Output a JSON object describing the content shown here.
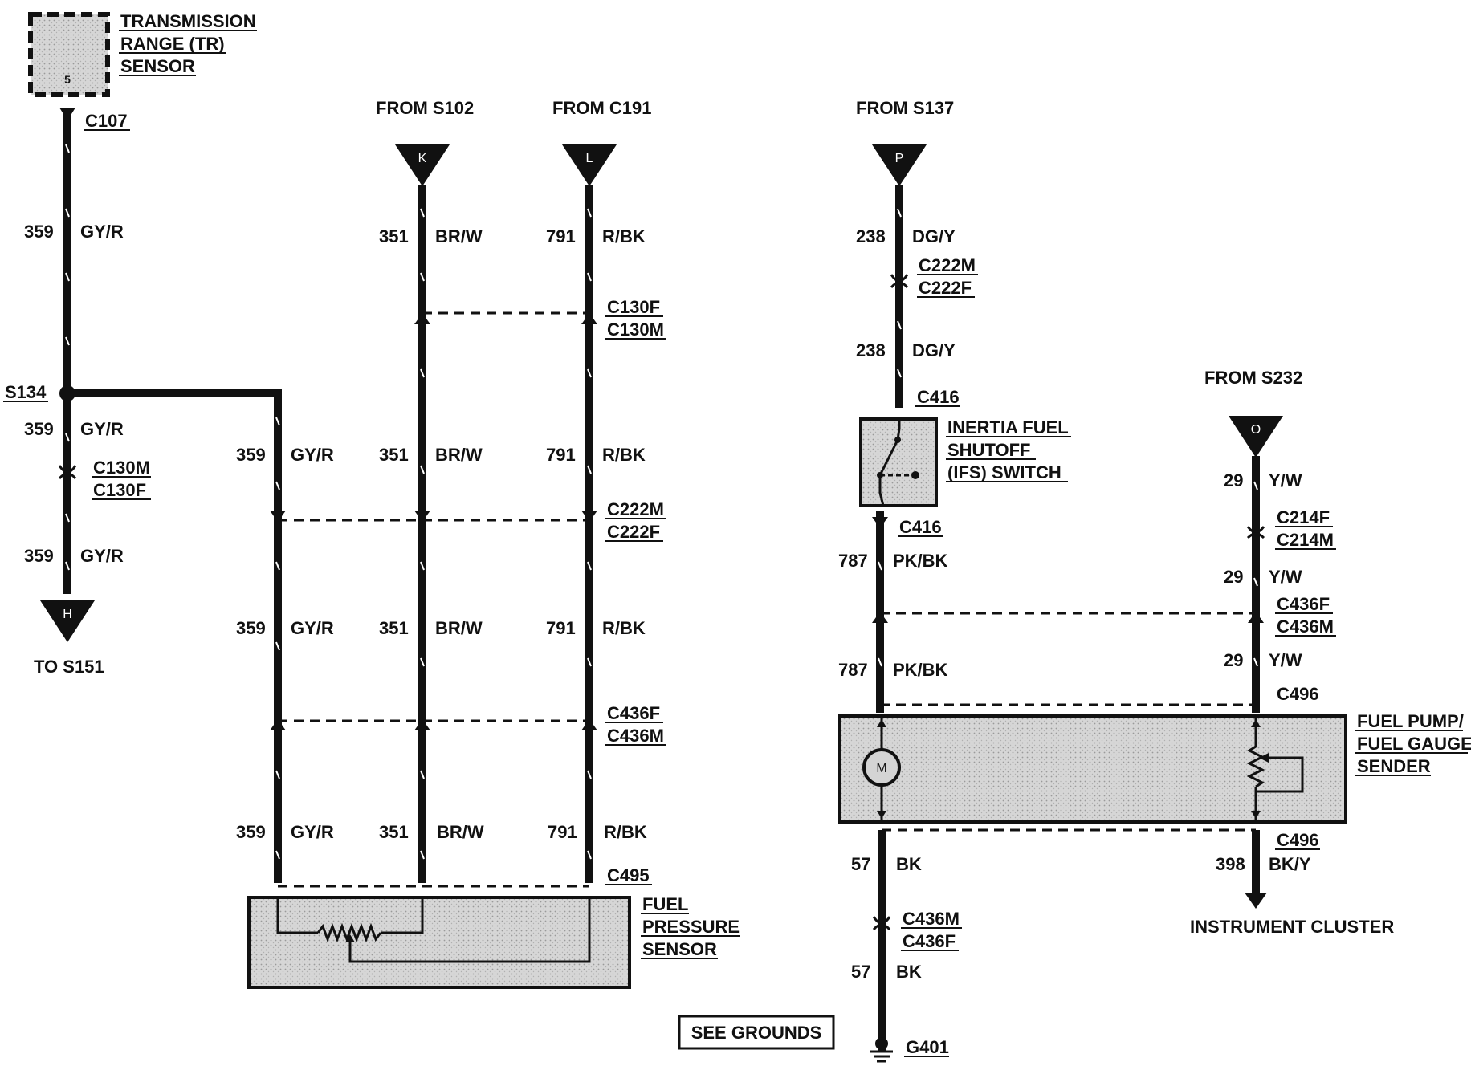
{
  "components": {
    "tr_sensor": {
      "title": [
        "TRANSMISSION",
        "RANGE (TR)",
        "SENSOR"
      ],
      "pin": "5"
    },
    "fuel_pressure_sensor": {
      "title": [
        "FUEL",
        "PRESSURE",
        "SENSOR"
      ]
    },
    "ifs_switch": {
      "title": [
        "INERTIA FUEL",
        "SHUTOFF",
        "(IFS) SWITCH"
      ]
    },
    "fuel_pump_sender": {
      "title": [
        "FUEL PUMP/",
        "FUEL GAUGE",
        "SENDER"
      ],
      "motor": "M"
    }
  },
  "origins": {
    "s102": {
      "label": "FROM S102",
      "letter": "K"
    },
    "c191": {
      "label": "FROM C191",
      "letter": "L"
    },
    "s137": {
      "label": "FROM S137",
      "letter": "P"
    },
    "s232": {
      "label": "FROM S232",
      "letter": "O"
    }
  },
  "destinations": {
    "s151": {
      "label": "TO S151",
      "letter": "H"
    },
    "cluster": {
      "label": "INSTRUMENT CLUSTER"
    },
    "ground": {
      "label": "G401"
    },
    "see_grounds": "SEE GROUNDS"
  },
  "splice": "S134",
  "connectors": {
    "c107": "C107",
    "c130m_left": "C130M",
    "c130f_left": "C130F",
    "c130f": "C130F",
    "c130m": "C130M",
    "c222m_mid": "C222M",
    "c222f_mid": "C222F",
    "c436f_mid": "C436F",
    "c436m_mid": "C436M",
    "c495": "C495",
    "c222m_r": "C222M",
    "c222f_r": "C222F",
    "c416_top": "C416",
    "c416_bot": "C416",
    "c214f": "C214F",
    "c214m": "C214M",
    "c436f_r": "C436F",
    "c436m_r": "C436M",
    "c496_top": "C496",
    "c496_bot": "C496",
    "c436m_g": "C436M",
    "c436f_g": "C436F"
  },
  "wires": {
    "w359": {
      "circuit": "359",
      "color": "GY/R"
    },
    "w351": {
      "circuit": "351",
      "color": "BR/W"
    },
    "w791": {
      "circuit": "791",
      "color": "R/BK"
    },
    "w238": {
      "circuit": "238",
      "color": "DG/Y"
    },
    "w787": {
      "circuit": "787",
      "color": "PK/BK"
    },
    "w29": {
      "circuit": "29",
      "color": "Y/W"
    },
    "w57": {
      "circuit": "57",
      "color": "BK"
    },
    "w398": {
      "circuit": "398",
      "color": "BK/Y"
    }
  }
}
